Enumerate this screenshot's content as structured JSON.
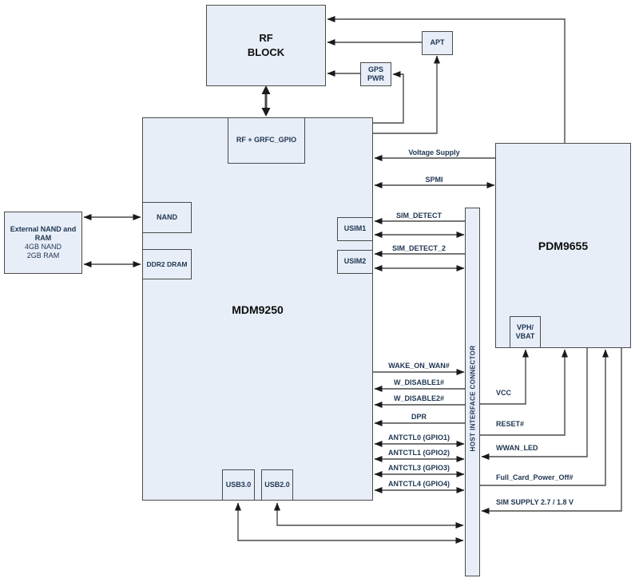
{
  "diagram": {
    "blocks": {
      "rf_block": "RF\nBLOCK",
      "apt": "APT",
      "gps_pwr": "GPS\nPWR",
      "mdm": "MDM9250",
      "rf_grfc": "RF + GRFC_GPIO",
      "nand": "NAND",
      "ddr2": "DDR2 DRAM",
      "usim1": "USIM1",
      "usim2": "USIM2",
      "usb3": "USB3.0",
      "usb2": "USB2.0",
      "pdm": "PDM9655",
      "vph_vbat": "VPH/\nVBAT",
      "host_connector": "HOST INTERFACE CONNECTOR",
      "ext_memory_title": "External NAND and RAM",
      "ext_memory_line1": "4GB NAND",
      "ext_memory_line2": "2GB RAM"
    },
    "signals": {
      "voltage_supply": "Voltage Supply",
      "spmi": "SPMI",
      "sim_detect": "SIM_DETECT",
      "sim_detect_2": "SIM_DETECT_2",
      "wake_on_wan": "WAKE_ON_WAN#",
      "w_disable1": "W_DISABLE1#",
      "w_disable2": "W_DISABLE2#",
      "dpr": "DPR",
      "antctl0": "ANTCTL0 (GPIO1)",
      "antctl1": "ANTCTL1 (GPIO2)",
      "antctl3": "ANTCTL3 (GPIO3)",
      "antctl4": "ANTCTL4 (GPIO4)",
      "vcc": "VCC",
      "reset": "RESET#",
      "wwan_led": "WWAN_LED",
      "full_card_power_off": "Full_Card_Power_Off#",
      "sim_supply": "SIM SUPPLY 2.7 / 1.8 V"
    },
    "colors": {
      "box_fill": "#e8eef8",
      "box_border": "#4a4a4a",
      "wire": "#4a4a4a",
      "arrowhead": "#1a1a1a",
      "label_text": "#1e3550"
    }
  }
}
